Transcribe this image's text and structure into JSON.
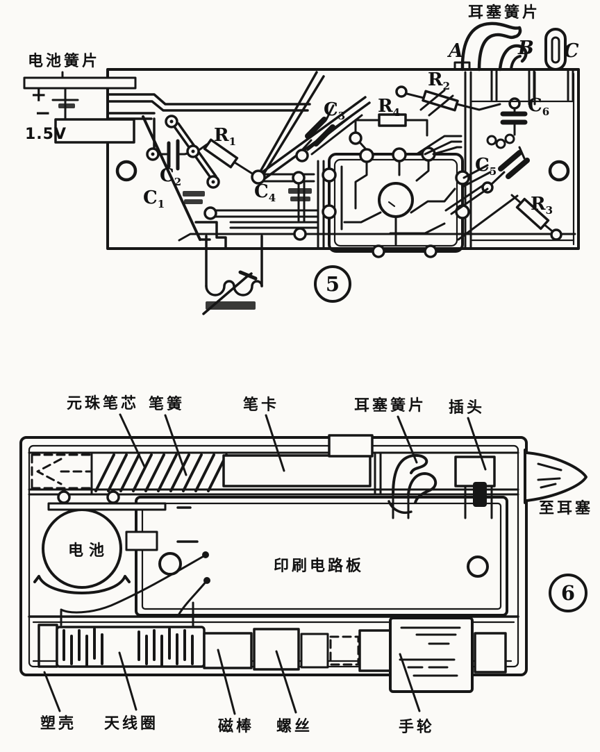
{
  "fig5": {
    "caption": "5",
    "battery_spring_label": "电池簧片",
    "earphone_spring_label": "耳塞簧片",
    "plus": "+",
    "minus": "−",
    "voltage": "1.5V",
    "terminals": {
      "a": "A",
      "b": "B",
      "c": "C"
    },
    "components": {
      "r1": {
        "base": "R",
        "sub": "1"
      },
      "r2": {
        "base": "R",
        "sub": "2"
      },
      "r3": {
        "base": "R",
        "sub": "3"
      },
      "r4": {
        "base": "R",
        "sub": "4"
      },
      "c1": {
        "base": "C",
        "sub": "1"
      },
      "c2": {
        "base": "C",
        "sub": "2"
      },
      "c3": {
        "base": "C",
        "sub": "3"
      },
      "c4": {
        "base": "C",
        "sub": "4"
      },
      "c5": {
        "base": "C",
        "sub": "5"
      },
      "c6": {
        "base": "C",
        "sub": "6"
      }
    }
  },
  "fig6": {
    "caption": "6",
    "labels": {
      "pen_refill": "元珠笔芯",
      "pen_spring": "笔簧",
      "pen_clip": "笔卡",
      "earphone_spring": "耳塞簧片",
      "plug": "插头",
      "to_earphone": "至耳塞",
      "battery": "电池",
      "pcb": "印刷电路板",
      "plastic_shell": "塑壳",
      "antenna_coil": "天线圈",
      "ferrite_rod": "磁棒",
      "screw": "螺丝",
      "thumb_wheel": "手轮"
    }
  },
  "colors": {
    "ink": "#161616",
    "paper": "#fbfaf7"
  }
}
